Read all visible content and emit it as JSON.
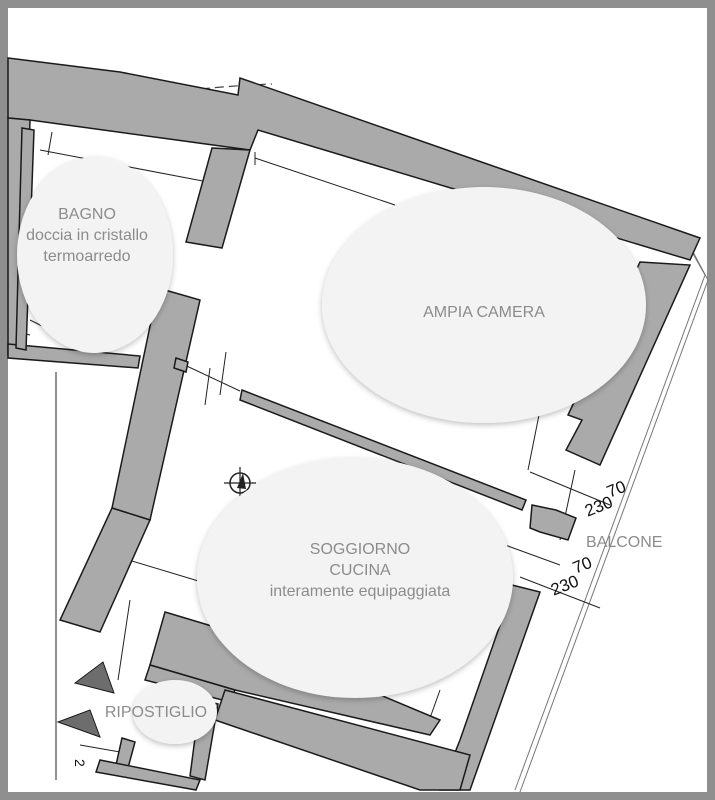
{
  "rooms": {
    "bagno": {
      "name": "BAGNO",
      "line2": "doccia in cristallo",
      "line3": "termoarredo"
    },
    "camera": {
      "name": "AMPIA CAMERA"
    },
    "soggiorno": {
      "name": "SOGGIORNO",
      "line2": "CUCINA",
      "line3": "interamente equipaggiata"
    },
    "ripostiglio": {
      "name": "RIPOSTIGLIO"
    },
    "balcone": {
      "name": "BALCONE"
    }
  },
  "dimensions": {
    "top_a": "70",
    "top_b": "230",
    "bottom_a": "70",
    "bottom_b": "230",
    "corner_stub": "2"
  },
  "colors": {
    "wall": "#aaaaab",
    "outline": "#1a1a1a",
    "paper": "#ffffff",
    "frame": "#8f8f8f",
    "bubble": "#f3f3f3",
    "label": "#8c8c8c"
  }
}
